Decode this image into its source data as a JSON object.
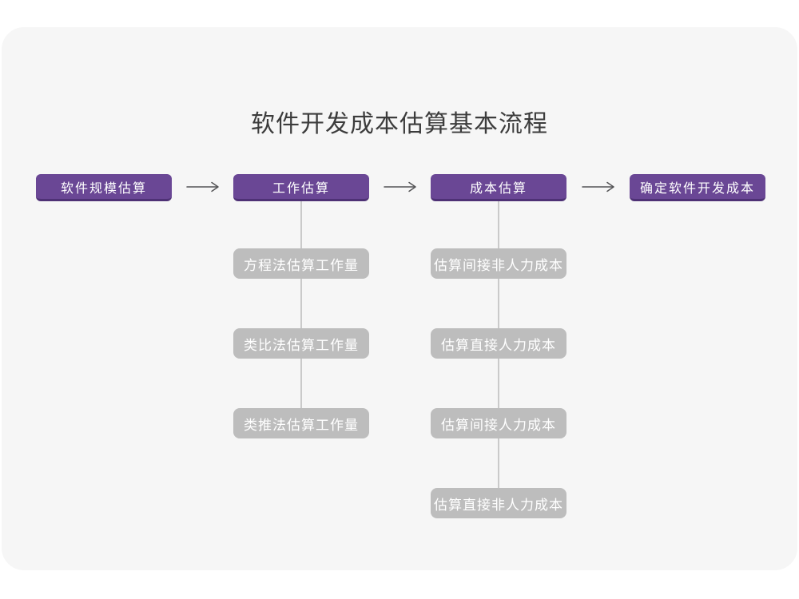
{
  "title": "软件开发成本估算基本流程",
  "flow": {
    "stages": [
      "软件规模估算",
      "工作估算",
      "成本估算",
      "确定软件开发成本"
    ],
    "work_estimation_methods": [
      "方程法估算工作量",
      "类比法估算工作量",
      "类推法估算工作量"
    ],
    "cost_estimation_items": [
      "估算间接非人力成本",
      "估算直接人力成本",
      "估算间接人力成本",
      "估算直接非人力成本"
    ]
  },
  "colors": {
    "page_bg": "#FFFFFF",
    "card_bg": "#F6F6F6",
    "stage_bg": "#6A4795",
    "stage_border": "#4E3175",
    "stage_text": "#FFFFFF",
    "subnode_bg": "#BDBDBD",
    "subnode_text": "#FFFFFF",
    "arrow": "#545456",
    "connector": "#CACACA",
    "title_color": "#3C3C3C"
  }
}
